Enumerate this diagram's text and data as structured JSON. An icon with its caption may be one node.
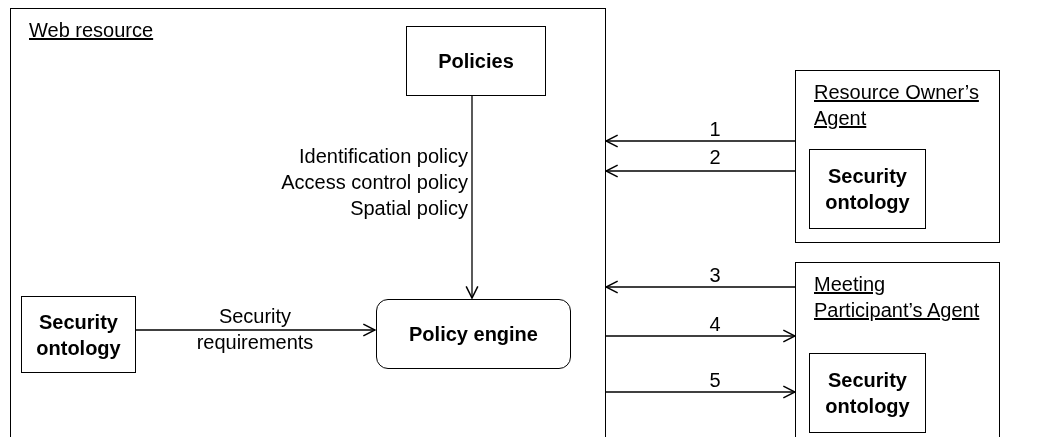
{
  "diagram": {
    "nodes": [
      {
        "text": [
          "Web resource"
        ]
      },
      {
        "text": [
          "Policies"
        ],
        "in": 0
      },
      {
        "text": [
          "Policy engine"
        ],
        "in": 0
      },
      {
        "text": [
          "Security ontology"
        ],
        "in": 0
      },
      {
        "text": [
          "Resource Owner’s Agent"
        ]
      },
      {
        "text": [
          "Security ontology"
        ],
        "in": 4
      },
      {
        "text": [
          "Meeting Participant’s Agent"
        ]
      },
      {
        "text": [
          "Security ontology"
        ],
        "in": 6
      }
    ],
    "edges": [
      {
        "from": 1,
        "to": 2,
        "arrow": "to",
        "label": "Identification policy Access control policy Spatial policy"
      },
      {
        "from": 3,
        "to": 2,
        "arrow": "to",
        "label": "Security requirements"
      },
      {
        "from": 4,
        "to": 0,
        "arrow": "to",
        "label": "1"
      },
      {
        "from": 4,
        "to": 0,
        "arrow": "to",
        "label": "2"
      },
      {
        "from": 6,
        "to": 0,
        "arrow": "to",
        "label": "3"
      },
      {
        "from": 0,
        "to": 6,
        "arrow": "to",
        "label": "4"
      },
      {
        "from": 0,
        "to": 6,
        "arrow": "to",
        "label": "5"
      }
    ]
  }
}
